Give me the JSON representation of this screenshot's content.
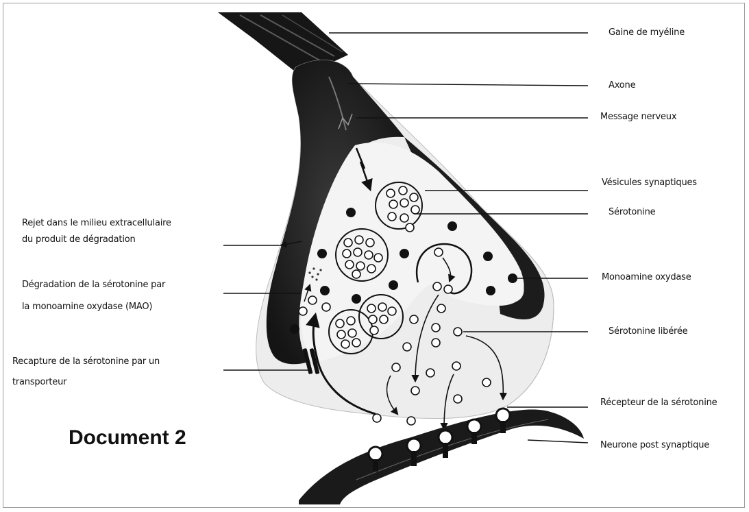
{
  "document_title": "Document 2",
  "labels_right": {
    "gaine": "Gaine de myéline",
    "axone": "Axone",
    "message": "Message nerveux",
    "vesicules": "Vésicules synaptiques",
    "serotonine": "Sérotonine",
    "mao": "Monoamine oxydase",
    "serotonine_liberee": "Sérotonine libérée",
    "recepteur": "Récepteur de la sérotonine",
    "neurone_post": "Neurone post synaptique"
  },
  "labels_left": {
    "rejet_line1": "Rejet dans le milieu extracellulaire",
    "rejet_line2": "du produit de dégradation",
    "degradation_line1": "Dégradation de la sérotonine par",
    "degradation_line2": "la monoamine oxydase (MAO)",
    "recapture_line1": "Recapture de la sérotonine par un",
    "recapture_line2": "transporteur"
  }
}
